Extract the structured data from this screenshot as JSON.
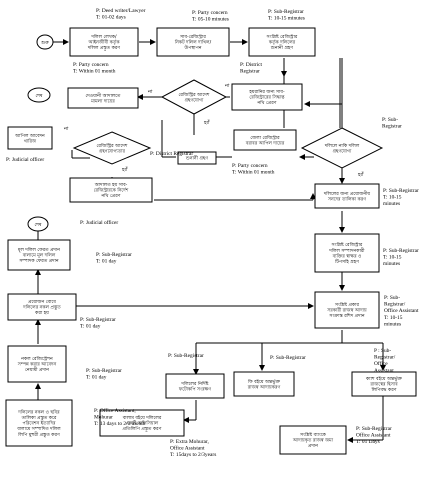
{
  "terminals": {
    "start": "শুরু",
    "end_top": "শেষ",
    "end_left": "শেষ"
  },
  "process_boxes": {
    "prep_deed": [
      "দলিল লেখক/",
      "আইনজীবী কর্তৃক",
      "দলিল প্রস্তুত করণ"
    ],
    "submit_to_subreg": [
      "সাব-রেজিস্ট্রার",
      "নিকট দলিল দাখিল/",
      "উপস্থাপন"
    ],
    "subreg_verify": [
      "সংশ্লিষ্ট রেজিস্ট্রার",
      "কর্তৃক দলিলের",
      "শুনানী গ্রহণ"
    ],
    "appeal_to_dr": [
      "হয়রানির জন্য সাব-",
      "রেজিস্ট্রারের সিদ্ধান্ত",
      "নথি প্রেরণ"
    ],
    "send_to_court": [
      "দেওয়ানী আদালতে",
      "মামলা দায়ের"
    ],
    "dr_receive_file": [
      "জেলা রেজিস্ট্রার",
      "বরাবর আপিল দায়ের"
    ],
    "hearing": [
      "শুনানী গ্রহণ"
    ],
    "court_decision": [
      "আদালত হয় সাব-",
      "রেজিস্ট্রারকে নির্দেশ",
      "নথি প্রেরণ"
    ],
    "judicial_rejects": [
      "আপিল আবেদন",
      "খারিজ"
    ],
    "entry_register": [
      "দলিলের জন্য প্রয়োজনীয়",
      "সনদের তালিকা করণ"
    ],
    "subreg_approve": [
      "সংশ্লিষ্ট রেজিস্ট্রার",
      "দলিল সম্পাদনকারী",
      "ব্যক্তির স্বাক্ষর ও",
      "টিপসহি গ্রহণ"
    ],
    "office_assistant_fee": [
      "সংশ্লিষ্ট প্রকার",
      "সরকারী রাজস্ব আদায়",
      "সংক্রান্ত রশিদ প্রদান"
    ],
    "copy_prepare": [
      "দলিলের নির্দিষ্ট",
      "ফটোকপি সংরক্ষণ"
    ],
    "fee_collect": [
      "ফি বইয়ে অন্তর্ভুক্ত",
      "রাজস্ব আদায়করণ"
    ],
    "cash_book": [
      "ক্যাশ বইয়ে অন্তর্ভুক্ত",
      "রাজস্বের হিসাব",
      "লিপিবদ্ধ করণ"
    ],
    "bank_deposit": [
      "সংশ্লিষ্ট ব্যাংকে",
      "আদায়কৃত রাজস্ব জমা",
      "প্রদান"
    ],
    "extra_copy": [
      "প্রয়োজন বোধে",
      "দলিলের নকল প্রস্তুত",
      "করা হয়"
    ],
    "original_return": [
      "মূল দলিল ফেরত প্রদান",
      "বালামে মূল দলিল",
      "সম্পাদক ফেরত প্রদান"
    ],
    "volume_copy": [
      "নকল রেজিস্ট্রেশন",
      "সম্পন্ন করার আবেদন",
      "নেয়ামী প্রদান"
    ],
    "mohorar_copy": [
      "দলিলের নকল ও ছবির",
      "তালিকা প্রস্তুত করে",
      "পরিবেশন ইত্যাদির",
      "বালামে সম্পাদিত দলিল",
      "লিপি মুহুরী প্রস্তুত করণ"
    ],
    "archive": [
      "বালাম বইয়ে দলিলের",
      "একটি অফিসিয়াল",
      "প্রতিলিপি প্রস্তুত করণ"
    ]
  },
  "decision_boxes": {
    "subreg_ok": [
      "দলিলে নাকি দলিল",
      "গ্রহণযোগ্য"
    ],
    "dr_ok": [
      "রেজিস্ট্রির আদেশ",
      "গ্রহণযোগ্য"
    ],
    "appeal_ok": [
      "রেজিস্ট্রির আদেশ",
      "গ্রহণযোগ্যতার"
    ]
  },
  "notes": {
    "deed_writer": [
      "P: Deed writer/Lawyer",
      "T: 01-02 days"
    ],
    "party_top": [
      "P: Party concern",
      "T: 05-10 minutes"
    ],
    "subreg_top": [
      "P: Sub-Registrar",
      "T: 10-15 minutes"
    ],
    "party_within_month": [
      "P: Party concern",
      "T: Within 01 month"
    ],
    "district_registrar_top": [
      "P: District",
      "Registrar"
    ],
    "subreg_right": [
      "P: Sub-",
      "Registrar"
    ],
    "judicial_officer_1": [
      "P: Judicial officer"
    ],
    "district_registrar_mid": [
      "P: District Registrar"
    ],
    "party_within_01": [
      "P: Party concern",
      "T: Within 01 month"
    ],
    "judicial_officer_2": [
      "P: Judicial officer"
    ],
    "subreg_right_2": [
      "P: Sub-Registrar",
      "T: 10-15",
      "minutes"
    ],
    "subreg_right_3": [
      "P: Sub-Registrar",
      "T: 10-15",
      "minutes"
    ],
    "subreg_left_1": [
      "P: Sub-Registrar",
      "T: 01 day"
    ],
    "subreg_left_2": [
      "P: Sub-Registrar",
      "T: 01 day"
    ],
    "office_assistant_right": [
      "P: Sub-",
      "Registrar/",
      "Office Assistant",
      "T: 10-15",
      "minutes"
    ],
    "subreg_left_3": [
      "P: Sub-Registrar",
      "T: 01 day"
    ],
    "subreg_mid_1": [
      "P: Sub-Registrar"
    ],
    "subreg_mid_2": [
      "P: Sub-Registrar"
    ],
    "subreg_office_assistant": [
      "P : Sub-",
      "Registrar/",
      "Office",
      "Assistant"
    ],
    "office_assistant_left": [
      "P: Office Assistant,",
      "Mohurar",
      "T: 13 days to 2/3 month"
    ],
    "extra_mohurar": [
      "P: Extra Mohurar,",
      "Office Assistant",
      "T: 15days to 2/3years"
    ],
    "subreg_bottom": [
      "P: Sub-Registrar",
      "Office Assistant",
      "T: 01 Days"
    ]
  },
  "edge_labels": {
    "no_1": "না",
    "no_2": "না",
    "no_3": "না",
    "yes_1": "হ্যাঁ",
    "yes_2": "হ্যাঁ",
    "yes_3": "হ্যাঁ"
  }
}
